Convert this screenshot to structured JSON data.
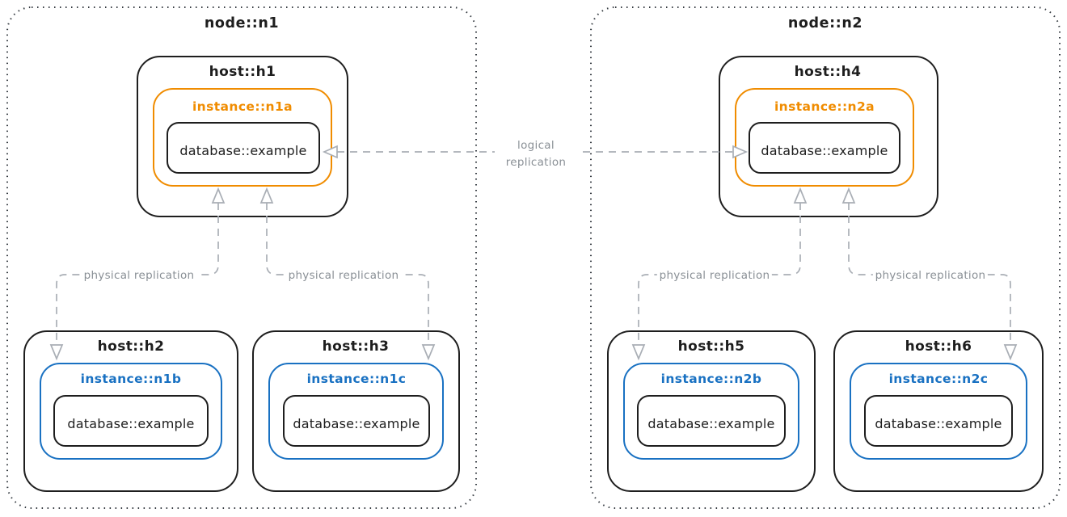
{
  "colors": {
    "background": "#ffffff",
    "box_stroke": "#1e1e1e",
    "node_border": "#343a40",
    "instance_primary": "#f08c00",
    "instance_replica": "#1971c2",
    "edge_stroke": "#a9aeb5",
    "edge_label": "#8a9096"
  },
  "nodes": [
    {
      "label": "node::n1",
      "hosts": [
        {
          "label": "host::h1",
          "instance_label": "instance::n1a",
          "instance_role": "primary",
          "database_label": "database::example"
        },
        {
          "label": "host::h2",
          "instance_label": "instance::n1b",
          "instance_role": "replica",
          "database_label": "database::example"
        },
        {
          "label": "host::h3",
          "instance_label": "instance::n1c",
          "instance_role": "replica",
          "database_label": "database::example"
        }
      ]
    },
    {
      "label": "node::n2",
      "hosts": [
        {
          "label": "host::h4",
          "instance_label": "instance::n2a",
          "instance_role": "primary",
          "database_label": "database::example"
        },
        {
          "label": "host::h5",
          "instance_label": "instance::n2b",
          "instance_role": "replica",
          "database_label": "database::example"
        },
        {
          "label": "host::h6",
          "instance_label": "instance::n2c",
          "instance_role": "replica",
          "database_label": "database::example"
        }
      ]
    }
  ],
  "edges": {
    "logical": {
      "label": "logical replication",
      "label_lines": [
        "logical",
        "replication"
      ],
      "between": [
        "instance::n1a",
        "instance::n2a"
      ],
      "style": "dashed, open arrowheads at both ends"
    },
    "physical": [
      {
        "label": "physical replication",
        "between": [
          "instance::n1a",
          "instance::n1b"
        ]
      },
      {
        "label": "physical replication",
        "between": [
          "instance::n1a",
          "instance::n1c"
        ]
      },
      {
        "label": "physical replication",
        "between": [
          "instance::n2a",
          "instance::n2b"
        ]
      },
      {
        "label": "physical replication",
        "between": [
          "instance::n2a",
          "instance::n2c"
        ]
      }
    ]
  }
}
